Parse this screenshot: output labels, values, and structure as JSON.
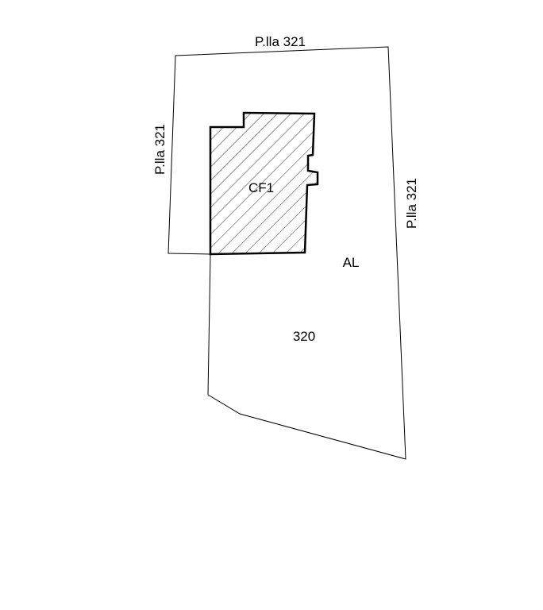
{
  "plan": {
    "labels": {
      "neighbor_top": "P.lla 321",
      "neighbor_left": "P.lla 321",
      "neighbor_right": "P.lla 321",
      "building": "CF1",
      "area": "AL",
      "parcel": "320"
    },
    "colors": {
      "line": "#000000",
      "hatch": "#000000",
      "background": "#ffffff"
    }
  }
}
